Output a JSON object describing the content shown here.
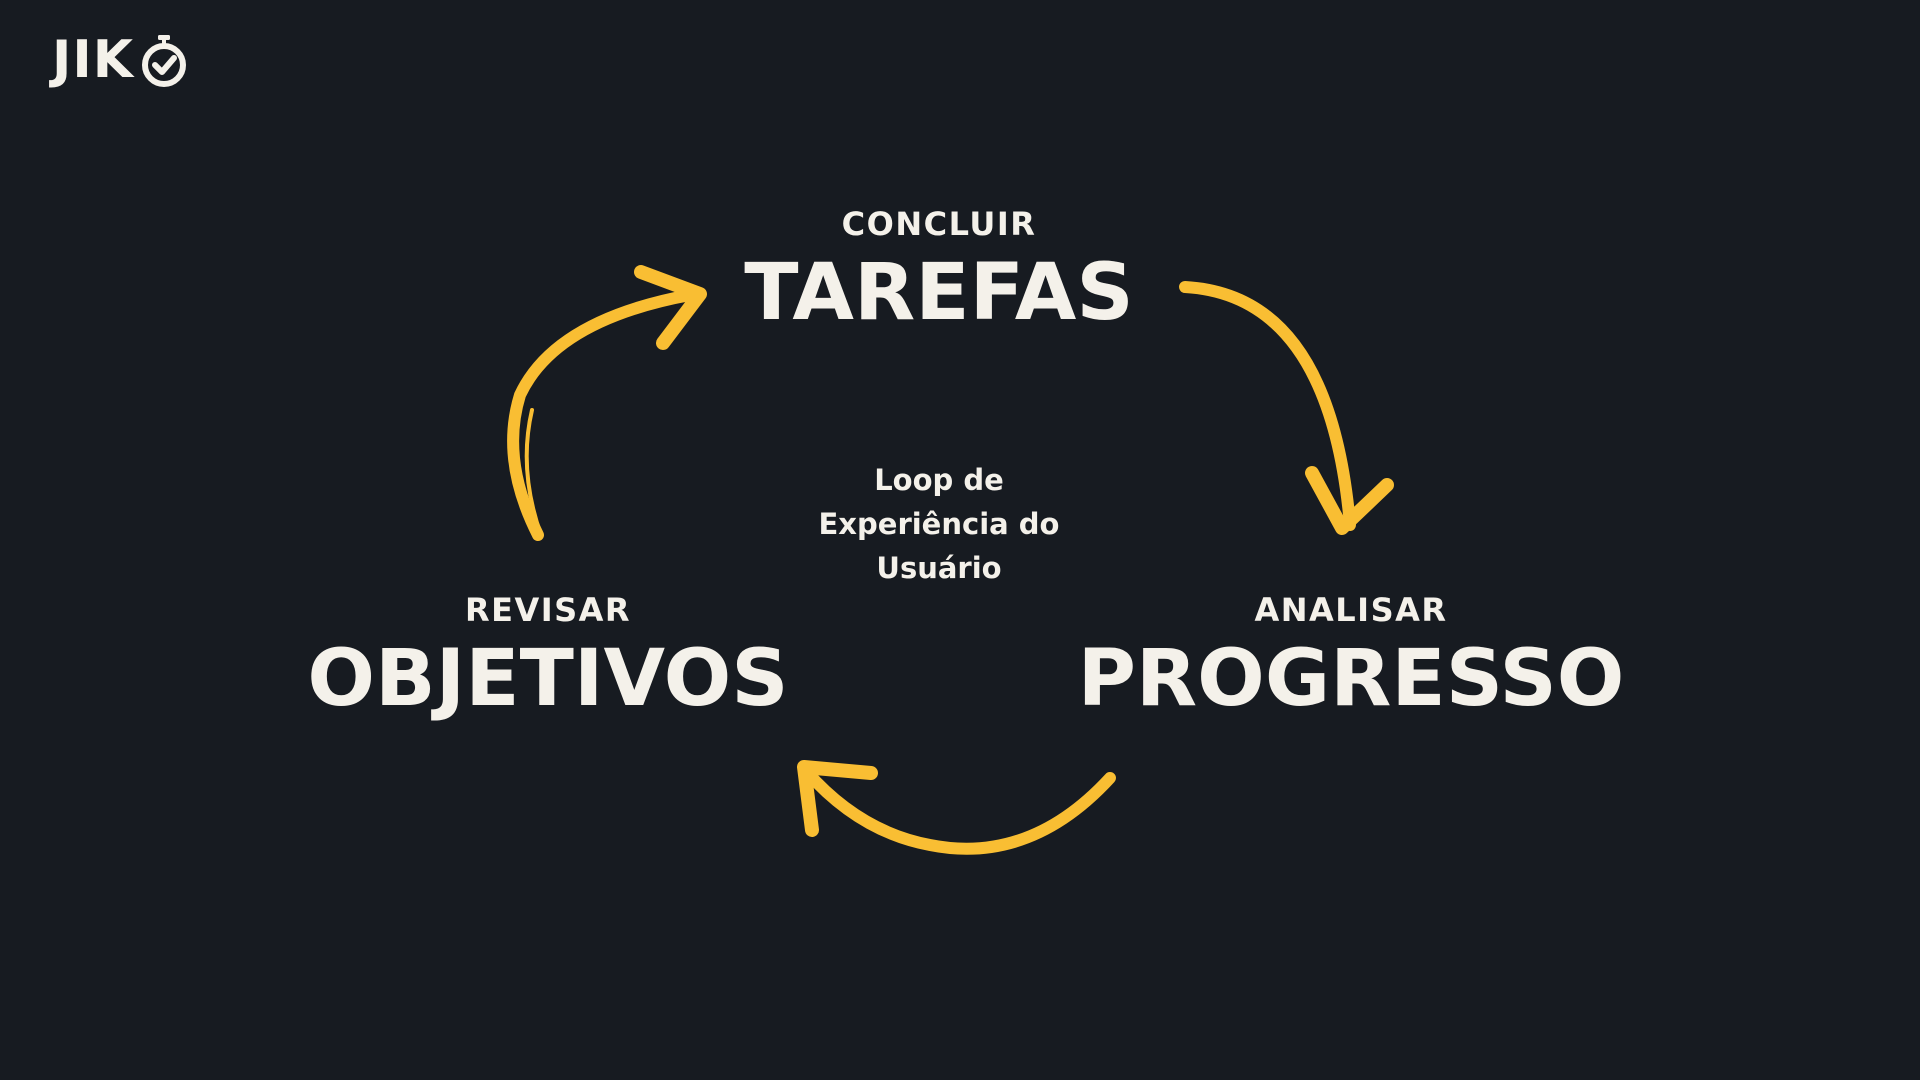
{
  "logo": {
    "text": "JIK",
    "icon": "stopwatch-check-icon"
  },
  "colors": {
    "background": "#171b21",
    "text": "#f4f1ea",
    "accent": "#f9be33"
  },
  "diagram": {
    "type": "cycle",
    "center_label": "Loop de Experiência do Usuário",
    "nodes": [
      {
        "verb": "CONCLUIR",
        "noun": "TAREFAS"
      },
      {
        "verb": "ANALISAR",
        "noun": "PROGRESSO"
      },
      {
        "verb": "REVISAR",
        "noun": "OBJETIVOS"
      }
    ],
    "edges": [
      {
        "from": "TAREFAS",
        "to": "PROGRESSO"
      },
      {
        "from": "PROGRESSO",
        "to": "OBJETIVOS"
      },
      {
        "from": "OBJETIVOS",
        "to": "TAREFAS"
      }
    ]
  }
}
